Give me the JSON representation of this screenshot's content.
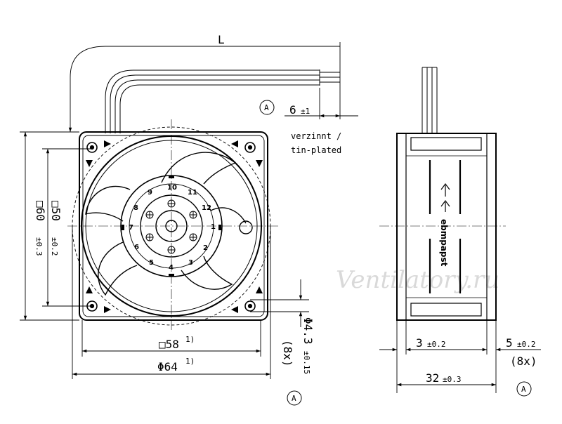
{
  "labels": {
    "cable_length": "L",
    "strip_length": "6",
    "strip_tol": "±1",
    "tin_1": "verzinnt /",
    "tin_2": "tin-plated",
    "ref_a": "A",
    "sq60": "□60",
    "sq60_tol": "±0.3",
    "sq50": "□50",
    "sq50_tol": "±0.2",
    "sq58": "□58",
    "sq58_sup": "1)",
    "phi64": "Φ64",
    "phi64_sup": "1)",
    "hole": "Φ4.3",
    "hole_tol": "±0.15",
    "hole_count": "(8x)",
    "flange": "3",
    "flange_tol": "±0.2",
    "slot": "5",
    "slot_tol": "±0.2",
    "slot_count": "(8x)",
    "depth": "32",
    "depth_tol": "±0.3",
    "brand": "ebmpapst",
    "watermark": "Ventilatory.ru"
  },
  "hub_numbers": [
    "1",
    "2",
    "3",
    "4",
    "5",
    "6",
    "7",
    "8",
    "9",
    "10",
    "11",
    "12"
  ]
}
